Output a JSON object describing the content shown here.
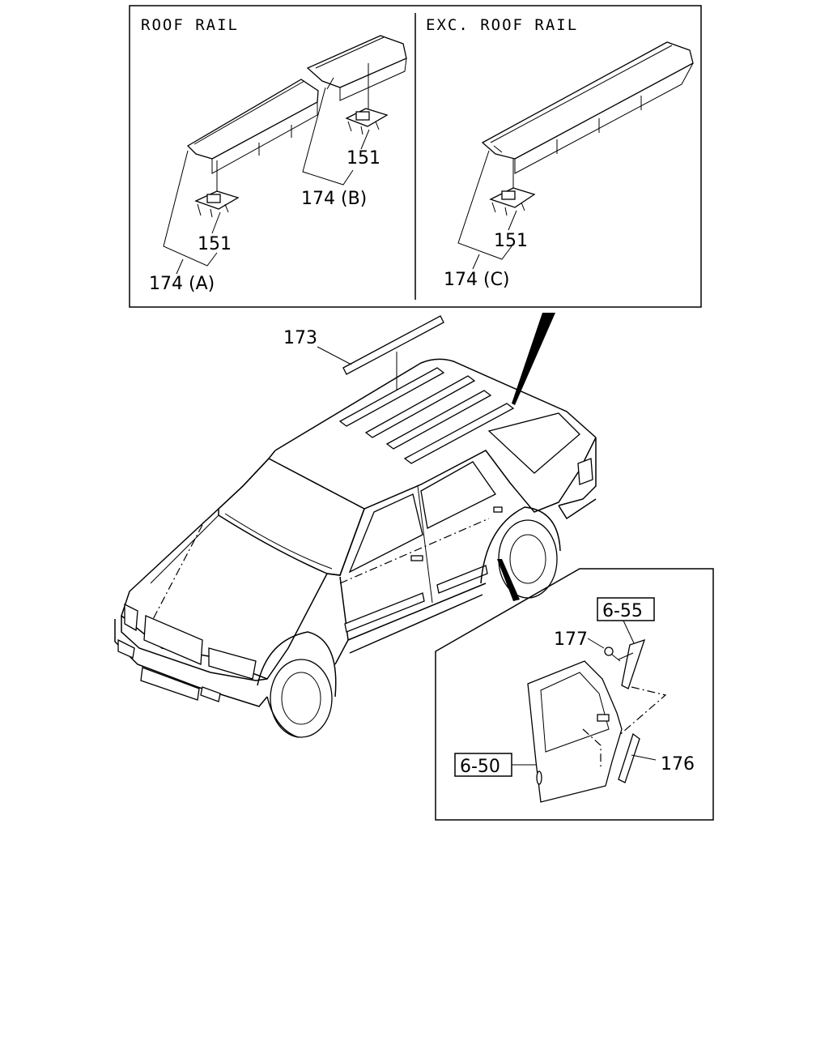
{
  "panels": {
    "roof_rail_header": "ROOF RAIL",
    "exc_roof_rail_header": "EXC. ROOF RAIL"
  },
  "callouts": {
    "p151_a": "151",
    "p174_a": "174 (A)",
    "p151_b": "151",
    "p174_b": "174 (B)",
    "p151_c": "151",
    "p174_c": "174 (C)",
    "p173": "173",
    "p177": "177",
    "p176": "176",
    "ref_6_55": "6-55",
    "ref_6_50": "6-50"
  }
}
